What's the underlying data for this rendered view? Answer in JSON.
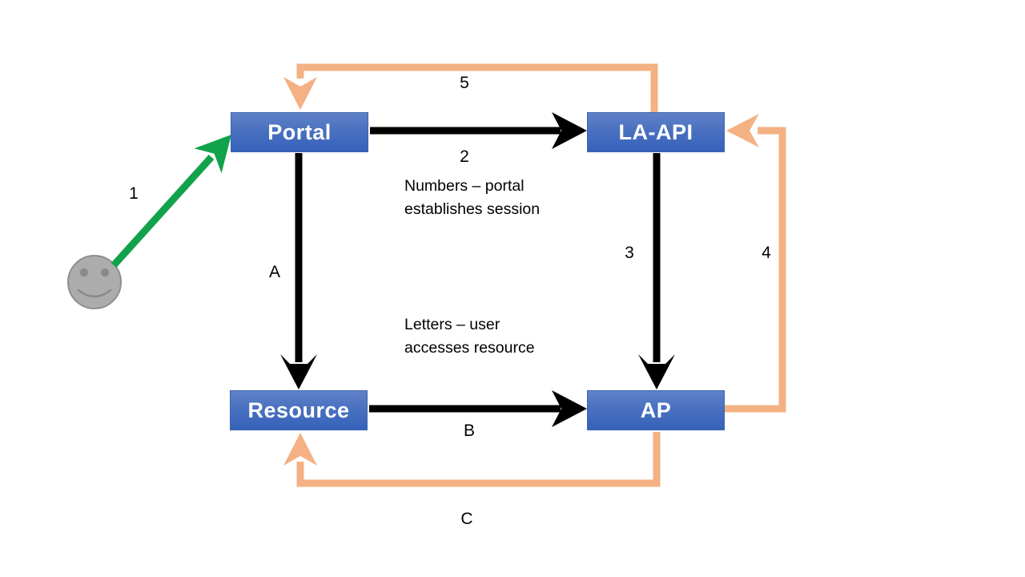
{
  "nodes": {
    "portal": {
      "label": "Portal"
    },
    "la_api": {
      "label": "LA-API"
    },
    "resource": {
      "label": "Resource"
    },
    "ap": {
      "label": "AP"
    }
  },
  "edges": {
    "e1": {
      "label": "1",
      "color": "#12A24C",
      "from": "user",
      "to": "portal"
    },
    "e2": {
      "label": "2",
      "color": "#000000",
      "from": "portal",
      "to": "la_api"
    },
    "e3": {
      "label": "3",
      "color": "#000000",
      "from": "la_api",
      "to": "ap"
    },
    "e4": {
      "label": "4",
      "color": "#F4B183",
      "from": "ap",
      "to": "la_api"
    },
    "e5": {
      "label": "5",
      "color": "#F4B183",
      "from": "la_api",
      "to": "portal"
    },
    "eA": {
      "label": "A",
      "color": "#000000",
      "from": "portal",
      "to": "resource"
    },
    "eB": {
      "label": "B",
      "color": "#000000",
      "from": "resource",
      "to": "ap"
    },
    "eC": {
      "label": "C",
      "color": "#F4B183",
      "from": "ap",
      "to": "resource"
    }
  },
  "notes": {
    "numbers": {
      "line1": "Numbers – portal",
      "line2": "establishes session"
    },
    "letters": {
      "line1": "Letters – user",
      "line2": "accesses resource"
    }
  },
  "actor": {
    "icon": "smiley-user-face"
  },
  "colors": {
    "node_fill_top": "#5f82c8",
    "node_fill_bottom": "#3562ba",
    "arrow_black": "#000000",
    "arrow_orange": "#F4B183",
    "arrow_green": "#12A24C",
    "smiley_fill": "#ACACAC",
    "smiley_stroke": "#8E8E8E",
    "node_text": "#ffffff"
  }
}
